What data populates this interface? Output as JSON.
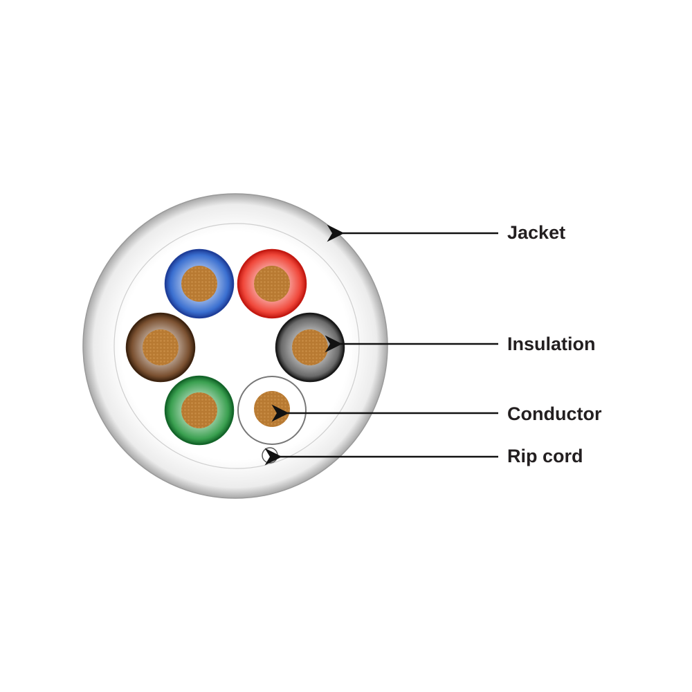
{
  "labels": {
    "jacket": "Jacket",
    "insulation": "Insulation",
    "conductor": "Conductor",
    "rip_cord": "Rip cord"
  },
  "wires": [
    {
      "name": "blue",
      "color": "#3a6fd0",
      "edge": "#1f3f9a"
    },
    {
      "name": "red",
      "color": "#f0473a",
      "edge": "#c41a12"
    },
    {
      "name": "brown",
      "color": "#7a5030",
      "edge": "#3e2410"
    },
    {
      "name": "black",
      "color": "#6a6a6a",
      "edge": "#1a1a1a"
    },
    {
      "name": "green",
      "color": "#3aa050",
      "edge": "#14662a"
    },
    {
      "name": "white",
      "color": "#ffffff",
      "edge": "#777777"
    }
  ],
  "colors": {
    "conductor": "#b87a32",
    "arrow": "#111111"
  }
}
